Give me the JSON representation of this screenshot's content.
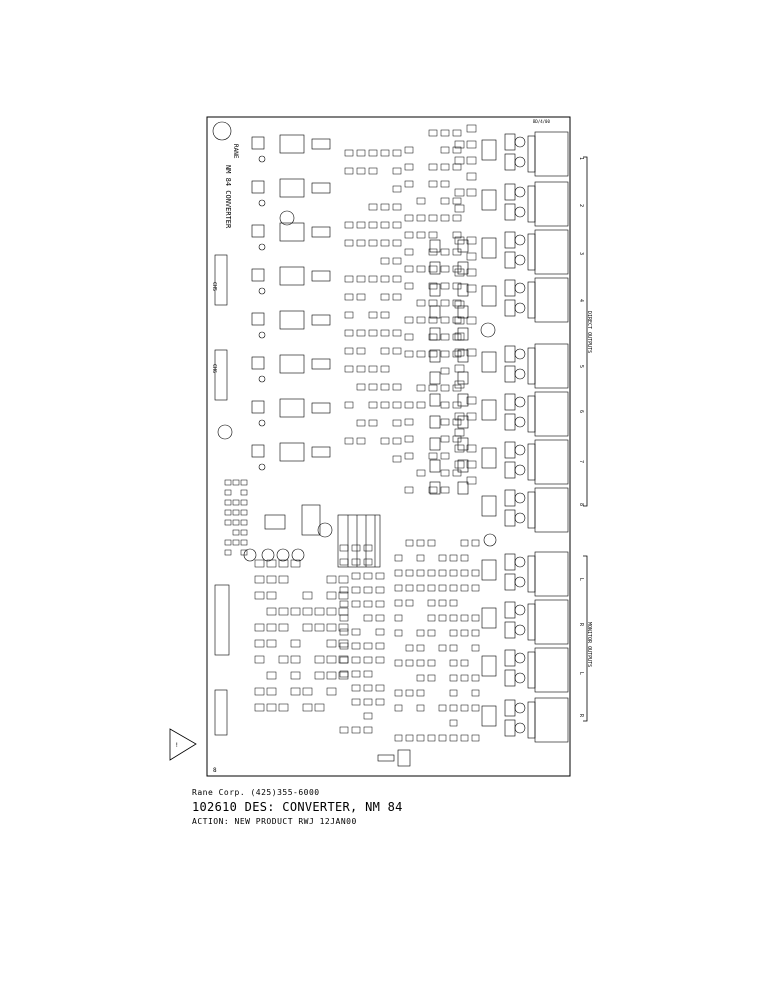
{
  "board": {
    "title": "NM 84 CONVERTER",
    "rev_code": "RANE",
    "version": "BD/4/00",
    "header_labels": {
      "j1": "CH5",
      "j2": "CH6"
    },
    "corner_mark": "8",
    "warning_mark": "!",
    "group_labels": {
      "direct": "DIRECT OUTPUTS",
      "monitor": "MONITOR OUTPUTS"
    },
    "direct_outputs": [
      "1",
      "2",
      "3",
      "4",
      "5",
      "6",
      "7",
      "8"
    ],
    "monitor_outputs": [
      "L",
      "R",
      "L",
      "R"
    ]
  },
  "footer": {
    "company": "Rane Corp.   (425)355-6000",
    "designation": "102610 DES: CONVERTER, NM 84",
    "action": "ACTION: NEW PRODUCT RWJ 12JAN00"
  }
}
